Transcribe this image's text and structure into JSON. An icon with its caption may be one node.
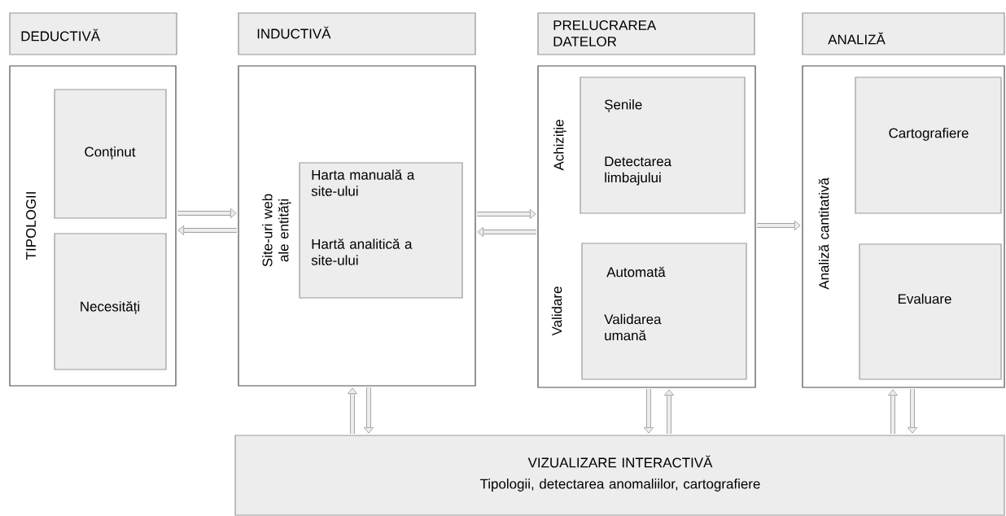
{
  "diagram": {
    "nodes": [
      {
        "text": [
          "DEDUCTIVĂ"
        ]
      },
      {
        "text": [
          "TIPOLOGII"
        ]
      },
      {
        "text": [
          "Conținut"
        ],
        "in": 1
      },
      {
        "text": [
          "Necesități"
        ],
        "in": 1
      },
      {
        "text": [
          "INDUCTIVĂ"
        ]
      },
      {
        "text": [
          "Site-uri web ale entități"
        ]
      },
      {
        "text": [
          "Harta manuală a site-ului",
          "Hartă analitică a site-ului"
        ],
        "in": 5
      },
      {
        "text": [
          "PRELUCRAREA DATELOR"
        ]
      },
      {
        "text": [],
        "shape": "box"
      },
      {
        "text": [
          "Șenile",
          "Detectarea limbajului"
        ],
        "in": 8,
        "beside": [
          "Achiziție"
        ]
      },
      {
        "text": [
          "Automată",
          "Validarea umană"
        ],
        "in": 8,
        "beside": [
          "Validare"
        ]
      },
      {
        "text": [
          "ANALIZĂ"
        ]
      },
      {
        "text": [
          "Analiză cantitativă"
        ]
      },
      {
        "text": [
          "Cartografiere"
        ],
        "in": 12
      },
      {
        "text": [
          "Evaluare"
        ],
        "in": 12
      },
      {
        "text": [
          "VIZUALIZARE INTERACTIVĂ",
          "Tipologii, detectarea anomaliilor, cartografiere"
        ]
      }
    ],
    "edges": [
      {
        "from": 1,
        "to": 5,
        "arrow": "to"
      },
      {
        "from": 5,
        "to": 1,
        "arrow": "to"
      },
      {
        "from": 5,
        "to": 8,
        "arrow": "to"
      },
      {
        "from": 8,
        "to": 5,
        "arrow": "to"
      },
      {
        "from": 8,
        "to": 12,
        "arrow": "to"
      },
      {
        "from": 15,
        "to": 5,
        "arrow": "to"
      },
      {
        "from": 5,
        "to": 15,
        "arrow": "to"
      },
      {
        "from": 8,
        "to": 15,
        "arrow": "to"
      },
      {
        "from": 15,
        "to": 8,
        "arrow": "to"
      },
      {
        "from": 15,
        "to": 12,
        "arrow": "to"
      },
      {
        "from": 12,
        "to": 15,
        "arrow": "to"
      }
    ]
  }
}
